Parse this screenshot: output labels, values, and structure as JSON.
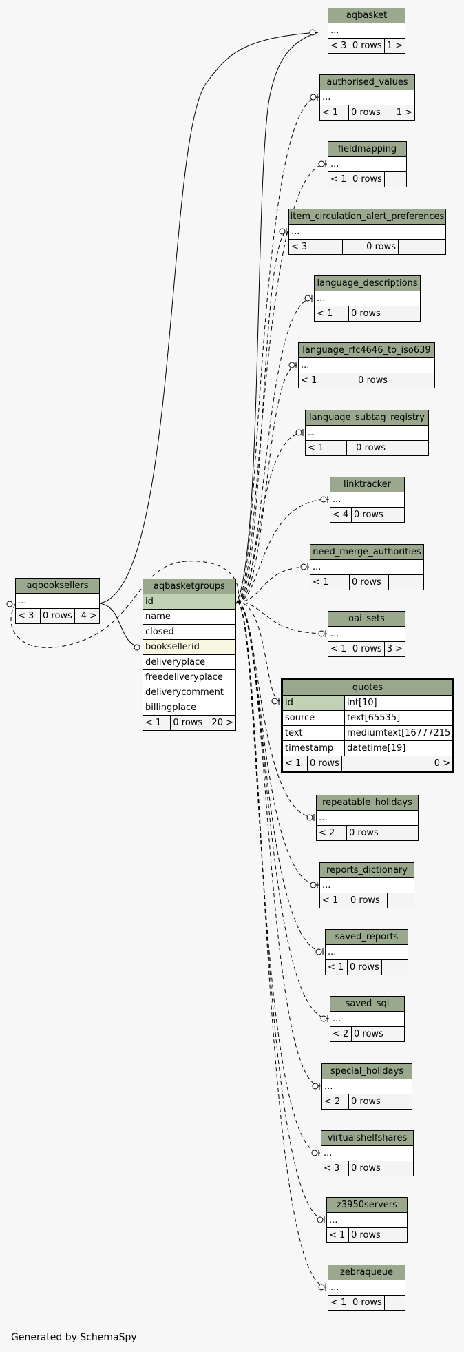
{
  "footer": {
    "credit": "Generated by SchemaSpy"
  },
  "tables": {
    "aqbooksellers": {
      "name": "aqbooksellers",
      "row": "...",
      "f1": "< 3",
      "f2": "0 rows",
      "f3": "4 >"
    },
    "aqbasketgroups": {
      "name": "aqbasketgroups",
      "columns": [
        "id",
        "name",
        "closed",
        "booksellerid",
        "deliveryplace",
        "freedeliveryplace",
        "deliverycomment",
        "billingplace"
      ],
      "f1": "< 1",
      "f2": "0 rows",
      "f3": "20 >"
    },
    "aqbasket": {
      "name": "aqbasket",
      "row": "...",
      "f1": "< 3",
      "f2": "0 rows",
      "f3": "1 >"
    },
    "authorised_values": {
      "name": "authorised_values",
      "row": "...",
      "f1": "< 1",
      "f2": "0 rows",
      "f3": "1 >"
    },
    "fieldmapping": {
      "name": "fieldmapping",
      "row": "...",
      "f1": "< 1",
      "f2": "0 rows",
      "f3": ""
    },
    "item_circulation_alert_preferences": {
      "name": "item_circulation_alert_preferences",
      "row": "...",
      "f1": "< 3",
      "f2": "0 rows",
      "f3": ""
    },
    "language_descriptions": {
      "name": "language_descriptions",
      "row": "...",
      "f1": "< 1",
      "f2": "0 rows",
      "f3": ""
    },
    "language_rfc4646_to_iso639": {
      "name": "language_rfc4646_to_iso639",
      "row": "...",
      "f1": "< 1",
      "f2": "0 rows",
      "f3": ""
    },
    "language_subtag_registry": {
      "name": "language_subtag_registry",
      "row": "...",
      "f1": "< 1",
      "f2": "0 rows",
      "f3": ""
    },
    "linktracker": {
      "name": "linktracker",
      "row": "...",
      "f1": "< 4",
      "f2": "0 rows",
      "f3": ""
    },
    "need_merge_authorities": {
      "name": "need_merge_authorities",
      "row": "...",
      "f1": "< 1",
      "f2": "0 rows",
      "f3": ""
    },
    "oai_sets": {
      "name": "oai_sets",
      "row": "...",
      "f1": "< 1",
      "f2": "0 rows",
      "f3": "3 >"
    },
    "quotes": {
      "name": "quotes",
      "columns": [
        {
          "name": "id",
          "type": "int[10]"
        },
        {
          "name": "source",
          "type": "text[65535]"
        },
        {
          "name": "text",
          "type": "mediumtext[16777215]"
        },
        {
          "name": "timestamp",
          "type": "datetime[19]"
        }
      ],
      "f1": "< 1",
      "f2": "0 rows",
      "f3": "0 >"
    },
    "repeatable_holidays": {
      "name": "repeatable_holidays",
      "row": "...",
      "f1": "< 2",
      "f2": "0 rows",
      "f3": ""
    },
    "reports_dictionary": {
      "name": "reports_dictionary",
      "row": "...",
      "f1": "< 1",
      "f2": "0 rows",
      "f3": ""
    },
    "saved_reports": {
      "name": "saved_reports",
      "row": "...",
      "f1": "< 1",
      "f2": "0 rows",
      "f3": ""
    },
    "saved_sql": {
      "name": "saved_sql",
      "row": "...",
      "f1": "< 2",
      "f2": "0 rows",
      "f3": ""
    },
    "special_holidays": {
      "name": "special_holidays",
      "row": "...",
      "f1": "< 2",
      "f2": "0 rows",
      "f3": ""
    },
    "virtualshelfshares": {
      "name": "virtualshelfshares",
      "row": "...",
      "f1": "< 3",
      "f2": "0 rows",
      "f3": ""
    },
    "z3950servers": {
      "name": "z3950servers",
      "row": "...",
      "f1": "< 1",
      "f2": "0 rows",
      "f3": ""
    },
    "zebraqueue": {
      "name": "zebraqueue",
      "row": "...",
      "f1": "< 1",
      "f2": "0 rows",
      "f3": ""
    }
  }
}
